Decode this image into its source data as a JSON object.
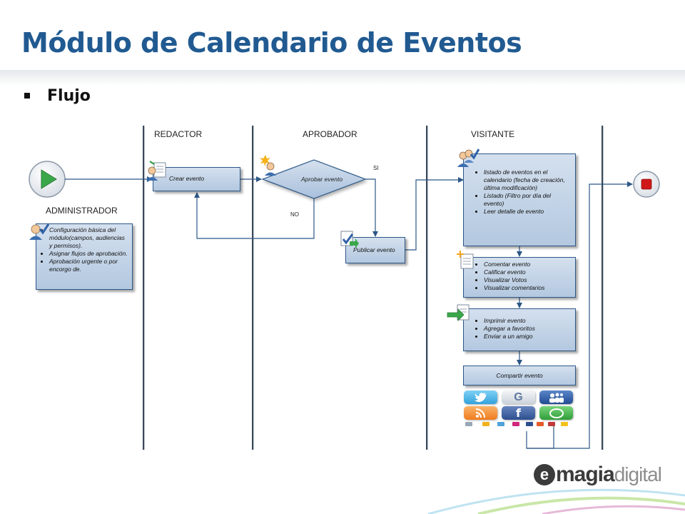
{
  "slide": {
    "title": "Módulo de Calendario de Eventos",
    "subtitle": "Flujo"
  },
  "lanes": [
    "REDACTOR",
    "APROBADOR",
    "VISITANTE"
  ],
  "actors": {
    "admin_label": "ADMINISTRADOR"
  },
  "nodes": {
    "admin_box": [
      "Configuración básica del módulo(campos, audiencias y permisos).",
      "Asignar flujos de aprobación.",
      "Aprobación urgente o por encorgo de."
    ],
    "crear_evento": "Crear evento",
    "aprobar_evento": "Aprobar evento",
    "publicar_evento": "Publicar evento",
    "visitante_box1": [
      "listado de eventos en el calendario (fecha de creación, última modificación)",
      "Listado (Filtro por día del evento)",
      "Leer detalle de evento"
    ],
    "visitante_box2": [
      "Comentar evento",
      "Calificar evento",
      "Visualizar Votos",
      "Visualizar comentarios"
    ],
    "visitante_box3": [
      "Imprimir evento",
      "Agregar a favoritos",
      "Enviar a un amigo"
    ],
    "compartir_evento": "Compartir evento"
  },
  "decision": {
    "yes_label": "SI",
    "no_label": "NO"
  },
  "social_icons": [
    "twitter-icon",
    "google-icon",
    "myspace-icon",
    "rss-icon",
    "facebook-icon",
    "messenger-icon"
  ],
  "colors": {
    "title": "#215a91",
    "box_fill": "#c3d4e8",
    "box_border": "#2c5786",
    "connector": "#2c5786",
    "start": "#3aa84a",
    "end": "#d01818"
  },
  "brand": {
    "name_bold": "magia",
    "name_light": "digital"
  }
}
